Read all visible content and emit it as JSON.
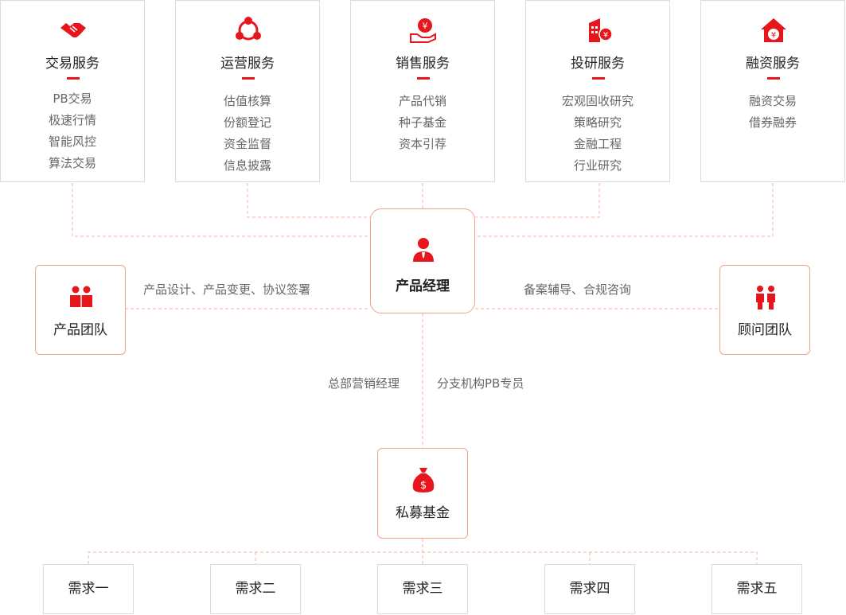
{
  "services": [
    {
      "title": "交易服务",
      "icon": "handshake-icon",
      "items": [
        "PB交易",
        "极速行情",
        "智能风控",
        "算法交易"
      ]
    },
    {
      "title": "运营服务",
      "icon": "network-icon",
      "items": [
        "估值核算",
        "份额登记",
        "资金监督",
        "信息披露"
      ]
    },
    {
      "title": "销售服务",
      "icon": "yen-hand-icon",
      "items": [
        "产品代销",
        "种子基金",
        "资本引荐"
      ]
    },
    {
      "title": "投研服务",
      "icon": "building-yen-icon",
      "items": [
        "宏观固收研究",
        "策略研究",
        "金融工程",
        "行业研究"
      ]
    },
    {
      "title": "融资服务",
      "icon": "house-yen-icon",
      "items": [
        "融资交易",
        "借券融券"
      ]
    }
  ],
  "center": {
    "label": "产品经理",
    "icon": "manager-icon"
  },
  "left_team": {
    "label": "产品团队",
    "icon": "team-icon"
  },
  "right_team": {
    "label": "顾问团队",
    "icon": "advisor-icon"
  },
  "left_edge_label": "产品设计、产品变更、协议签署",
  "right_edge_label": "备案辅导、合规咨询",
  "vertical_left_label": "总部营销经理",
  "vertical_right_label": "分支机构PB专员",
  "fund": {
    "label": "私募基金",
    "icon": "money-bag-icon"
  },
  "needs": [
    "需求一",
    "需求二",
    "需求三",
    "需求四",
    "需求五"
  ],
  "colors": {
    "accent": "#e6161c",
    "node_border": "#f0a585",
    "connector": "#f3b6a3",
    "box_border": "#dcdcdc",
    "muted_text": "#666666"
  }
}
